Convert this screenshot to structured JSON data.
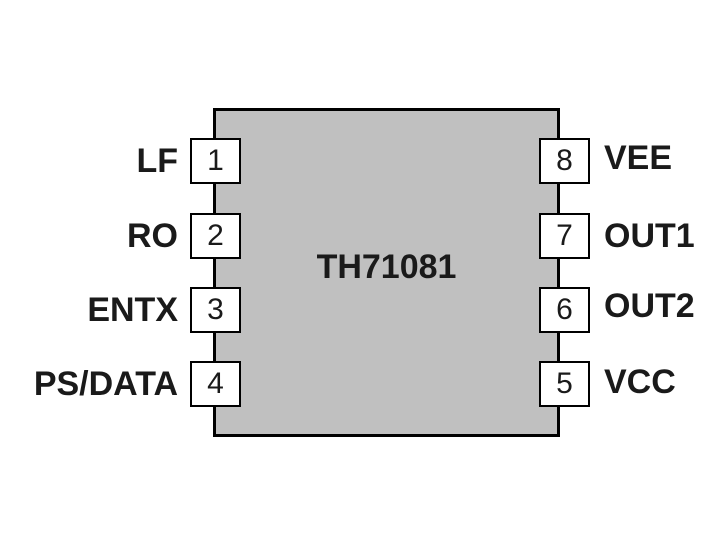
{
  "chip": {
    "part_number": "TH71081"
  },
  "pins": [
    {
      "number": "1",
      "name": "LF"
    },
    {
      "number": "2",
      "name": "RO"
    },
    {
      "number": "3",
      "name": "ENTX"
    },
    {
      "number": "4",
      "name": "PS/DATA"
    },
    {
      "number": "5",
      "name": "VCC"
    },
    {
      "number": "6",
      "name": "OUT2"
    },
    {
      "number": "7",
      "name": "OUT1"
    },
    {
      "number": "8",
      "name": "VEE"
    }
  ],
  "colors": {
    "body_fill": "#c0c0c0",
    "outline": "#000000",
    "text": "#1a1a1a"
  }
}
